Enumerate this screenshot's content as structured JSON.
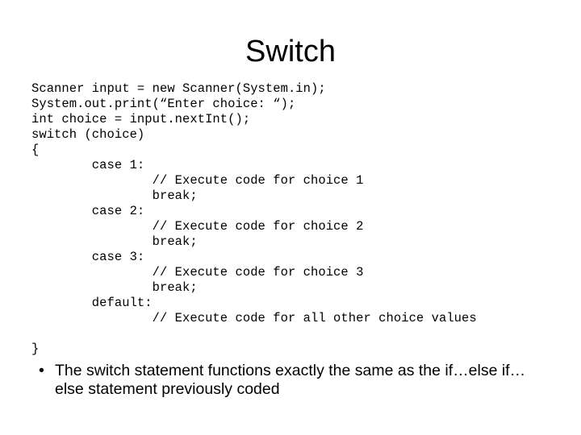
{
  "slide": {
    "title": "Switch",
    "background_color": "#ffffff",
    "text_color": "#000000"
  },
  "code": {
    "language": "java",
    "lines": [
      "Scanner input = new Scanner(System.in);",
      "System.out.print(“Enter choice: “);",
      "int choice = input.nextInt();",
      "switch (choice)",
      "{",
      "        case 1:",
      "                // Execute code for choice 1",
      "                break;",
      "        case 2:",
      "                // Execute code for choice 2",
      "                break;",
      "        case 3:",
      "                // Execute code for choice 3",
      "                break;",
      "        default:",
      "                // Execute code for all other choice values",
      "",
      "}"
    ]
  },
  "bullets": [
    {
      "marker": "•",
      "text": "The switch statement functions exactly the same as the if…else if…else statement previously coded"
    }
  ]
}
